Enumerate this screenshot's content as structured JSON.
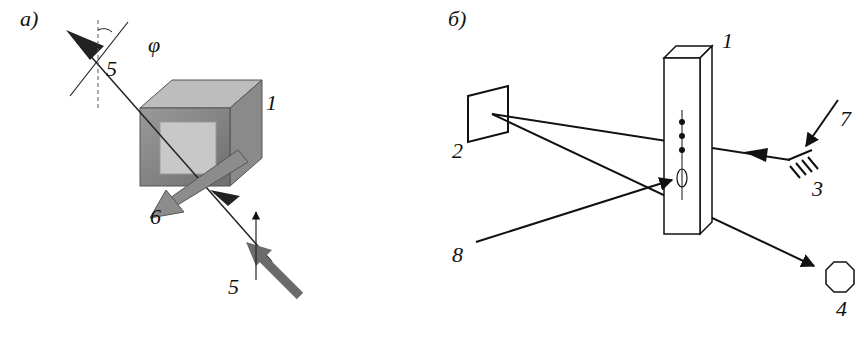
{
  "diagram": {
    "labels": [
      "а)",
      "б)",
      "φ",
      "5",
      "1",
      "6",
      "5",
      "2",
      "1",
      "7",
      "3",
      "8",
      "4"
    ]
  }
}
